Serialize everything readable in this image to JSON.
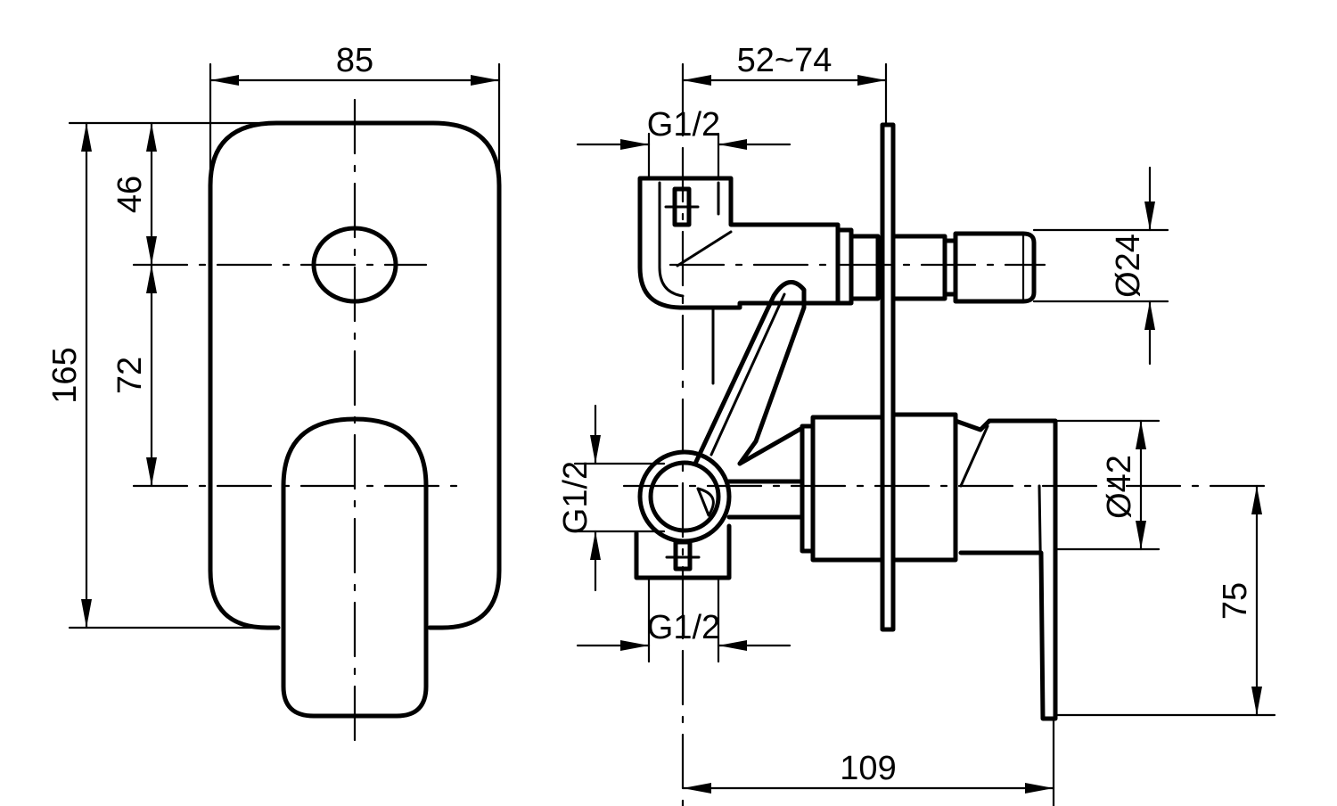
{
  "front_view": {
    "width_label": "85",
    "height_label": "165",
    "upper_offset_label": "46",
    "center_spacing_label": "72"
  },
  "side_view": {
    "depth_range_label": "52~74",
    "top_thread_label": "G1/2",
    "left_thread_label": "G1/2",
    "bottom_thread_label": "G1/2",
    "diverter_diameter_label": "Ø24",
    "cartridge_diameter_label": "Ø42",
    "lever_height_label": "75",
    "total_depth_label": "109"
  }
}
